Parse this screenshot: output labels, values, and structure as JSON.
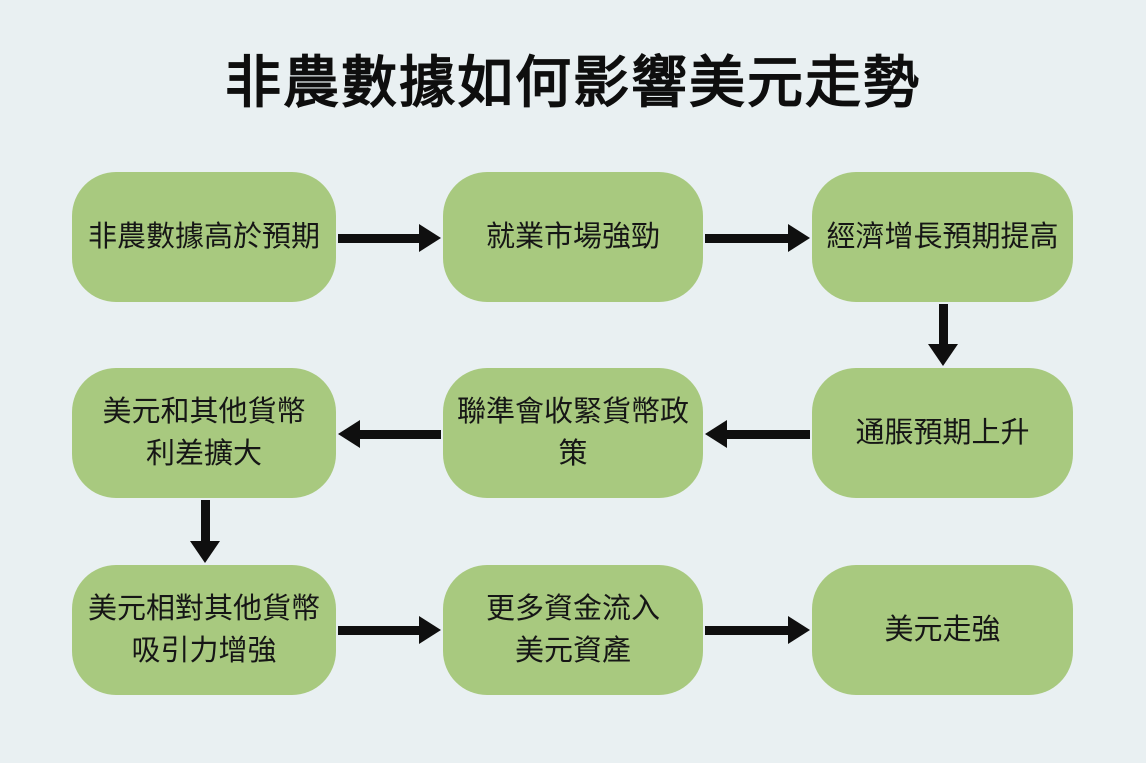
{
  "title": "非農數據如何影響美元走勢",
  "colors": {
    "background": "#e9f0f2",
    "node_fill": "#a8c97f",
    "text": "#161616",
    "arrow": "#0f0f0f"
  },
  "nodes": [
    {
      "id": "nfp-beats-expectations",
      "label": "非農數據高於預期"
    },
    {
      "id": "strong-job-market",
      "label": "就業市場強勁"
    },
    {
      "id": "higher-growth-expectations",
      "label": "經濟增長預期提高"
    },
    {
      "id": "rising-inflation-expectations",
      "label": "通脹預期上升"
    },
    {
      "id": "fed-tightening",
      "label": "聯準會收緊貨幣政策"
    },
    {
      "id": "rate-differential-widens",
      "label": "美元和其他貨幣\n利差擴大"
    },
    {
      "id": "usd-attractiveness-up",
      "label": "美元相對其他貨幣\n吸引力增強"
    },
    {
      "id": "capital-inflow-usd-assets",
      "label": "更多資金流入\n美元資產"
    },
    {
      "id": "usd-strengthens",
      "label": "美元走強"
    }
  ],
  "edges": [
    {
      "from": 0,
      "to": 1,
      "direction": "right"
    },
    {
      "from": 1,
      "to": 2,
      "direction": "right"
    },
    {
      "from": 2,
      "to": 3,
      "direction": "down"
    },
    {
      "from": 3,
      "to": 4,
      "direction": "left"
    },
    {
      "from": 4,
      "to": 5,
      "direction": "left"
    },
    {
      "from": 5,
      "to": 6,
      "direction": "down"
    },
    {
      "from": 6,
      "to": 7,
      "direction": "right"
    },
    {
      "from": 7,
      "to": 8,
      "direction": "right"
    }
  ]
}
